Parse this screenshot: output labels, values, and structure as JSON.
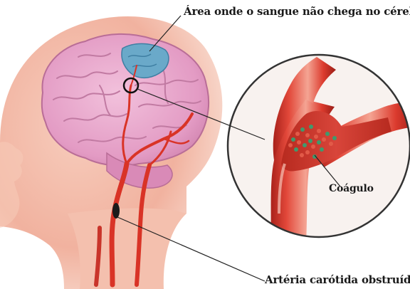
{
  "labels": {
    "area_without_blood": "Área onde o sangue não chega no cérebro",
    "clot": "Coágulo",
    "blocked_artery": "Artéria carótida obstruída"
  },
  "colors": {
    "background": "#ffffff",
    "skin": "#f3b9a6",
    "brain": "#e7a6c9",
    "ischemic_area": "#6aa9c9",
    "artery": "#d93326",
    "clot": "#3f9a6d",
    "leader_line": "#222222"
  }
}
